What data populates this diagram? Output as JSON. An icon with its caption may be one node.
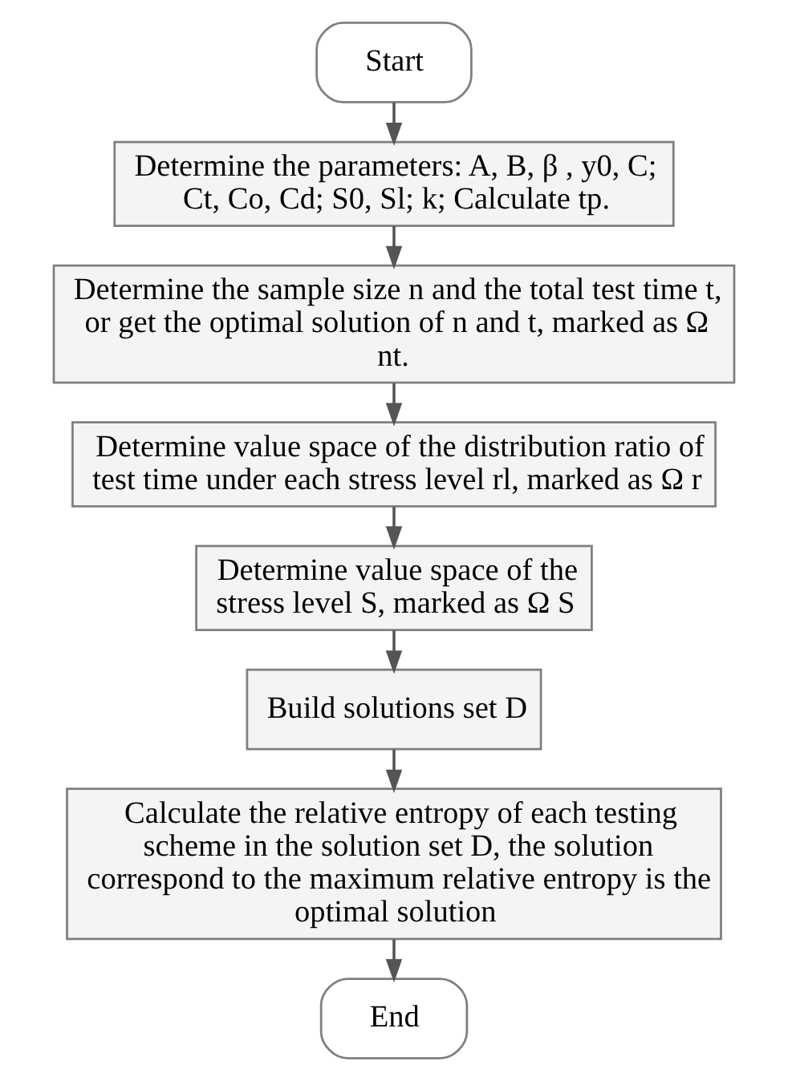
{
  "diagram": {
    "nodes": [
      {
        "text": [
          "Start"
        ]
      },
      {
        "text": [
          "Determine the parameters: A, B, β , y0, C; Ct, Co, Cd; S0, Sl; k; Calculate tp."
        ]
      },
      {
        "text": [
          "Determine the sample size n and the total test time t, or get the optimal solution of n and t, marked as Ω nt."
        ]
      },
      {
        "text": [
          "Determine value space of the distribution ratio of test time under each stress level rl, marked as Ω r"
        ]
      },
      {
        "text": [
          "Determine value space of the stress level S, marked as Ω S"
        ]
      },
      {
        "text": [
          "Build solutions set D"
        ]
      },
      {
        "text": [
          "Calculate the relative entropy of each testing scheme in the solution set D, the solution correspond to the maximum relative entropy is the optimal solution"
        ]
      },
      {
        "text": [
          "End"
        ]
      }
    ],
    "edges": [
      {
        "from": 0,
        "to": 1,
        "arrow": "to"
      },
      {
        "from": 1,
        "to": 2,
        "arrow": "to"
      },
      {
        "from": 2,
        "to": 3,
        "arrow": "to"
      },
      {
        "from": 3,
        "to": 4,
        "arrow": "to"
      },
      {
        "from": 4,
        "to": 5,
        "arrow": "to"
      },
      {
        "from": 5,
        "to": 6,
        "arrow": "to"
      },
      {
        "from": 6,
        "to": 7,
        "arrow": "to"
      }
    ]
  }
}
